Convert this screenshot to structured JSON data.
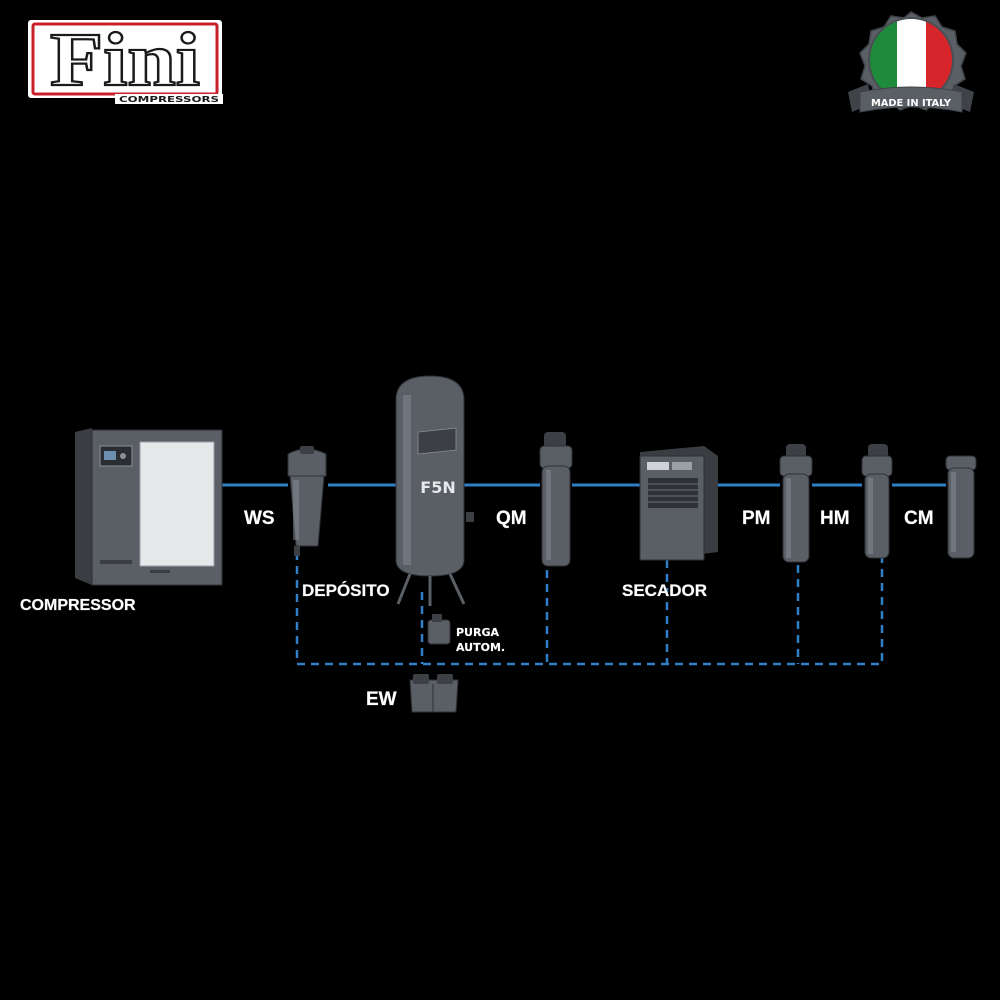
{
  "brand": {
    "logo_text": "Fini",
    "logo_subtext": "COMPRESSORS"
  },
  "badge": {
    "text": "MADE IN ITALY",
    "flag_colors": [
      "#1e8a3c",
      "#ffffff",
      "#d6262b"
    ]
  },
  "diagram": {
    "labels": {
      "compressor": "COMPRESSOR",
      "ws": "WS",
      "deposito": "DEPÓSITO",
      "qm": "QM",
      "secador": "SECADOR",
      "pm": "PM",
      "hm": "HM",
      "cm": "CM",
      "purga_line1": "PURGA",
      "purga_line2": "AUTOM.",
      "ew": "EW"
    },
    "tank_marking": "F5N",
    "colors": {
      "pipe": "#2f7fc6",
      "equipment": "#5a5f66",
      "background": "#000000"
    }
  }
}
